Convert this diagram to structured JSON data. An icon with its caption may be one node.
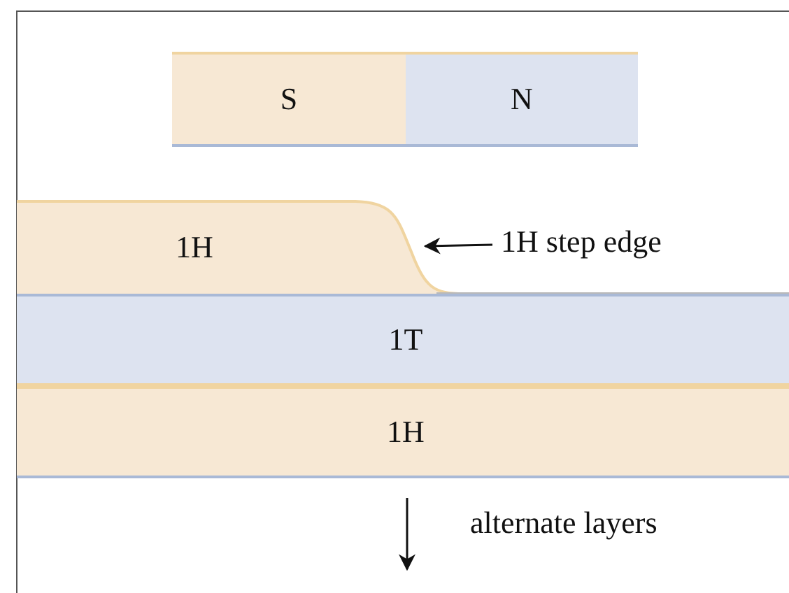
{
  "diagram": {
    "nodes": [
      {
        "text": [
          "S"
        ]
      },
      {
        "text": [
          "N"
        ]
      },
      {
        "text": [
          "1H"
        ]
      },
      {
        "text": [
          "1T"
        ]
      },
      {
        "text": [
          "1H"
        ]
      },
      {
        "text": [
          "1H step edge"
        ]
      }
    ],
    "edges": [
      {
        "from": 5,
        "to": 2,
        "arrow": "to"
      }
    ],
    "labels": [
      "alternate layers"
    ]
  }
}
